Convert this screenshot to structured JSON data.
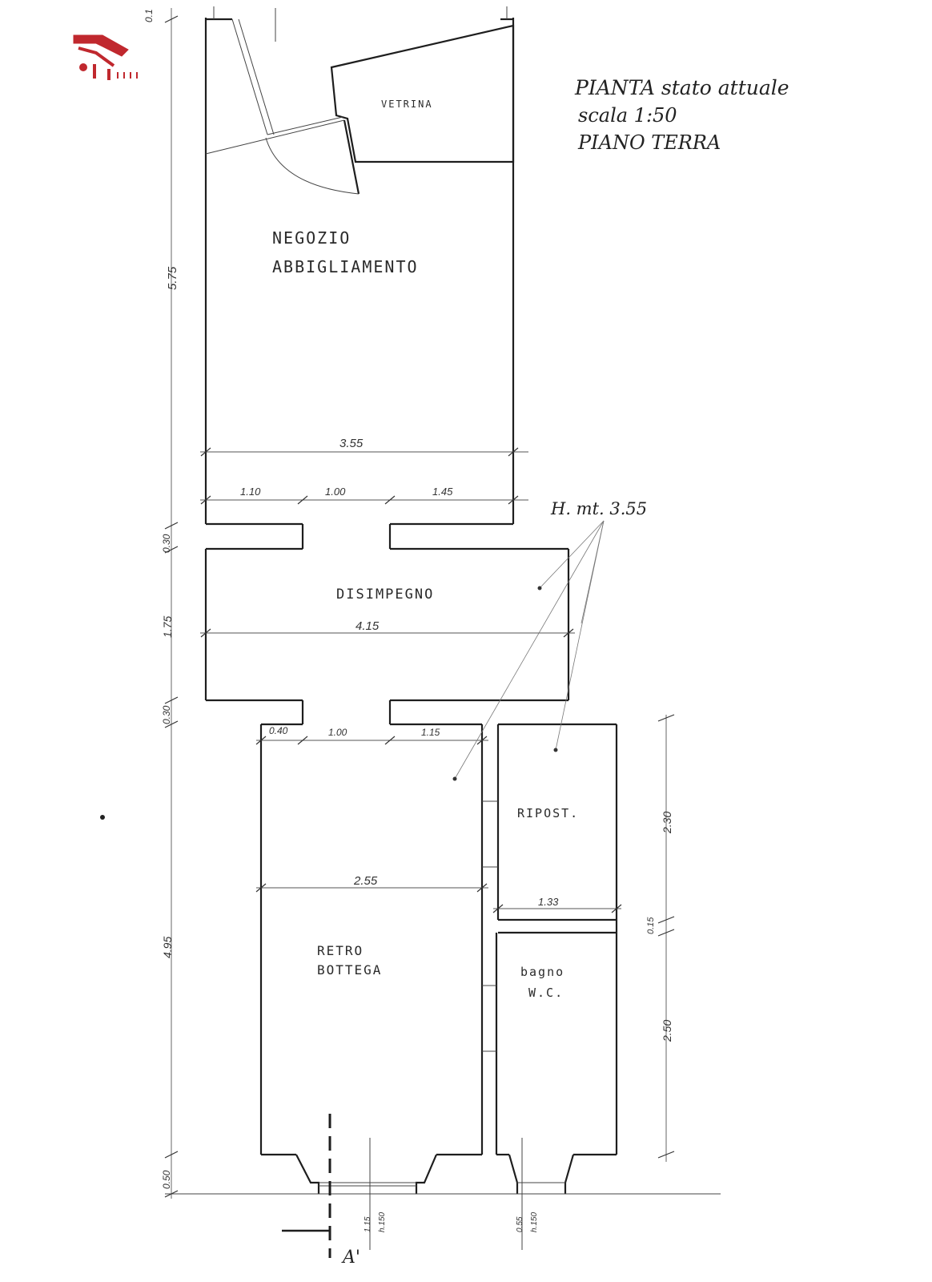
{
  "title": {
    "line1": "PIANTA stato attuale",
    "line2": "scala 1:50",
    "line3": "PIANO TERRA"
  },
  "rooms": {
    "vetrina": "VETRINA",
    "negozio_1": "NEGOZIO",
    "negozio_2": "ABBIGLIAMENTO",
    "disimpegno": "DISIMPEGNO",
    "ripostiglio": "RIPOST.",
    "retro_1": "RETRO",
    "retro_2": "BOTTEGA",
    "bagno_1": "bagno",
    "bagno_2": "W.C."
  },
  "height_note": "H. mt. 3.55",
  "dimensions": {
    "top_01": "0.1",
    "negozio_depth": "5.75",
    "negozio_width": "3.55",
    "opening_left": "1.10",
    "opening_door": "1.00",
    "opening_right": "1.45",
    "wall_upper": "0.30",
    "disimpegno_depth": "1.75",
    "disimpegno_width": "4.15",
    "wall_lower": "0.30",
    "retro_left": "0.40",
    "retro_door": "1.00",
    "retro_right": "1.15",
    "retro_width": "2.55",
    "retro_depth": "4.95",
    "ripost_depth": "2.30",
    "ripost_width": "1.33",
    "partition": "0.15",
    "bagno_depth": "2.50",
    "base_wall": "0.50",
    "win1_w": "1.15",
    "win1_h": "h.150",
    "win2_w": "0.55",
    "win2_h": "h.150"
  },
  "section_mark": "A'",
  "colors": {
    "ink": "#1e1e1e",
    "logo": "#c0282e"
  }
}
